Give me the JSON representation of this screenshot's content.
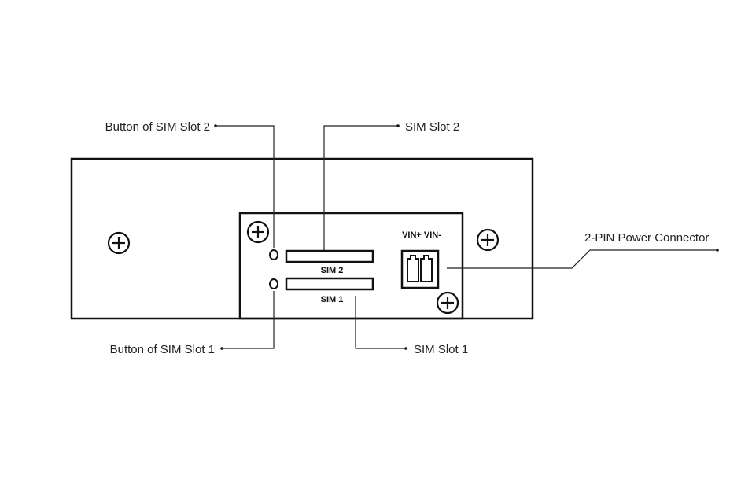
{
  "callouts": {
    "sim2_button": "Button of SIM Slot 2",
    "sim2_slot": "SIM Slot 2",
    "power_connector": "2-PIN Power Connector",
    "sim1_button": "Button of SIM Slot 1",
    "sim1_slot": "SIM Slot 1"
  },
  "panel": {
    "sim2_label": "SIM 2",
    "sim1_label": "SIM 1",
    "vin_label": "VIN+ VIN-"
  },
  "icons": [
    "screw-icon",
    "sim-button-icon",
    "power-connector-icon"
  ],
  "colors": {
    "line": "#111111",
    "background": "#ffffff"
  }
}
